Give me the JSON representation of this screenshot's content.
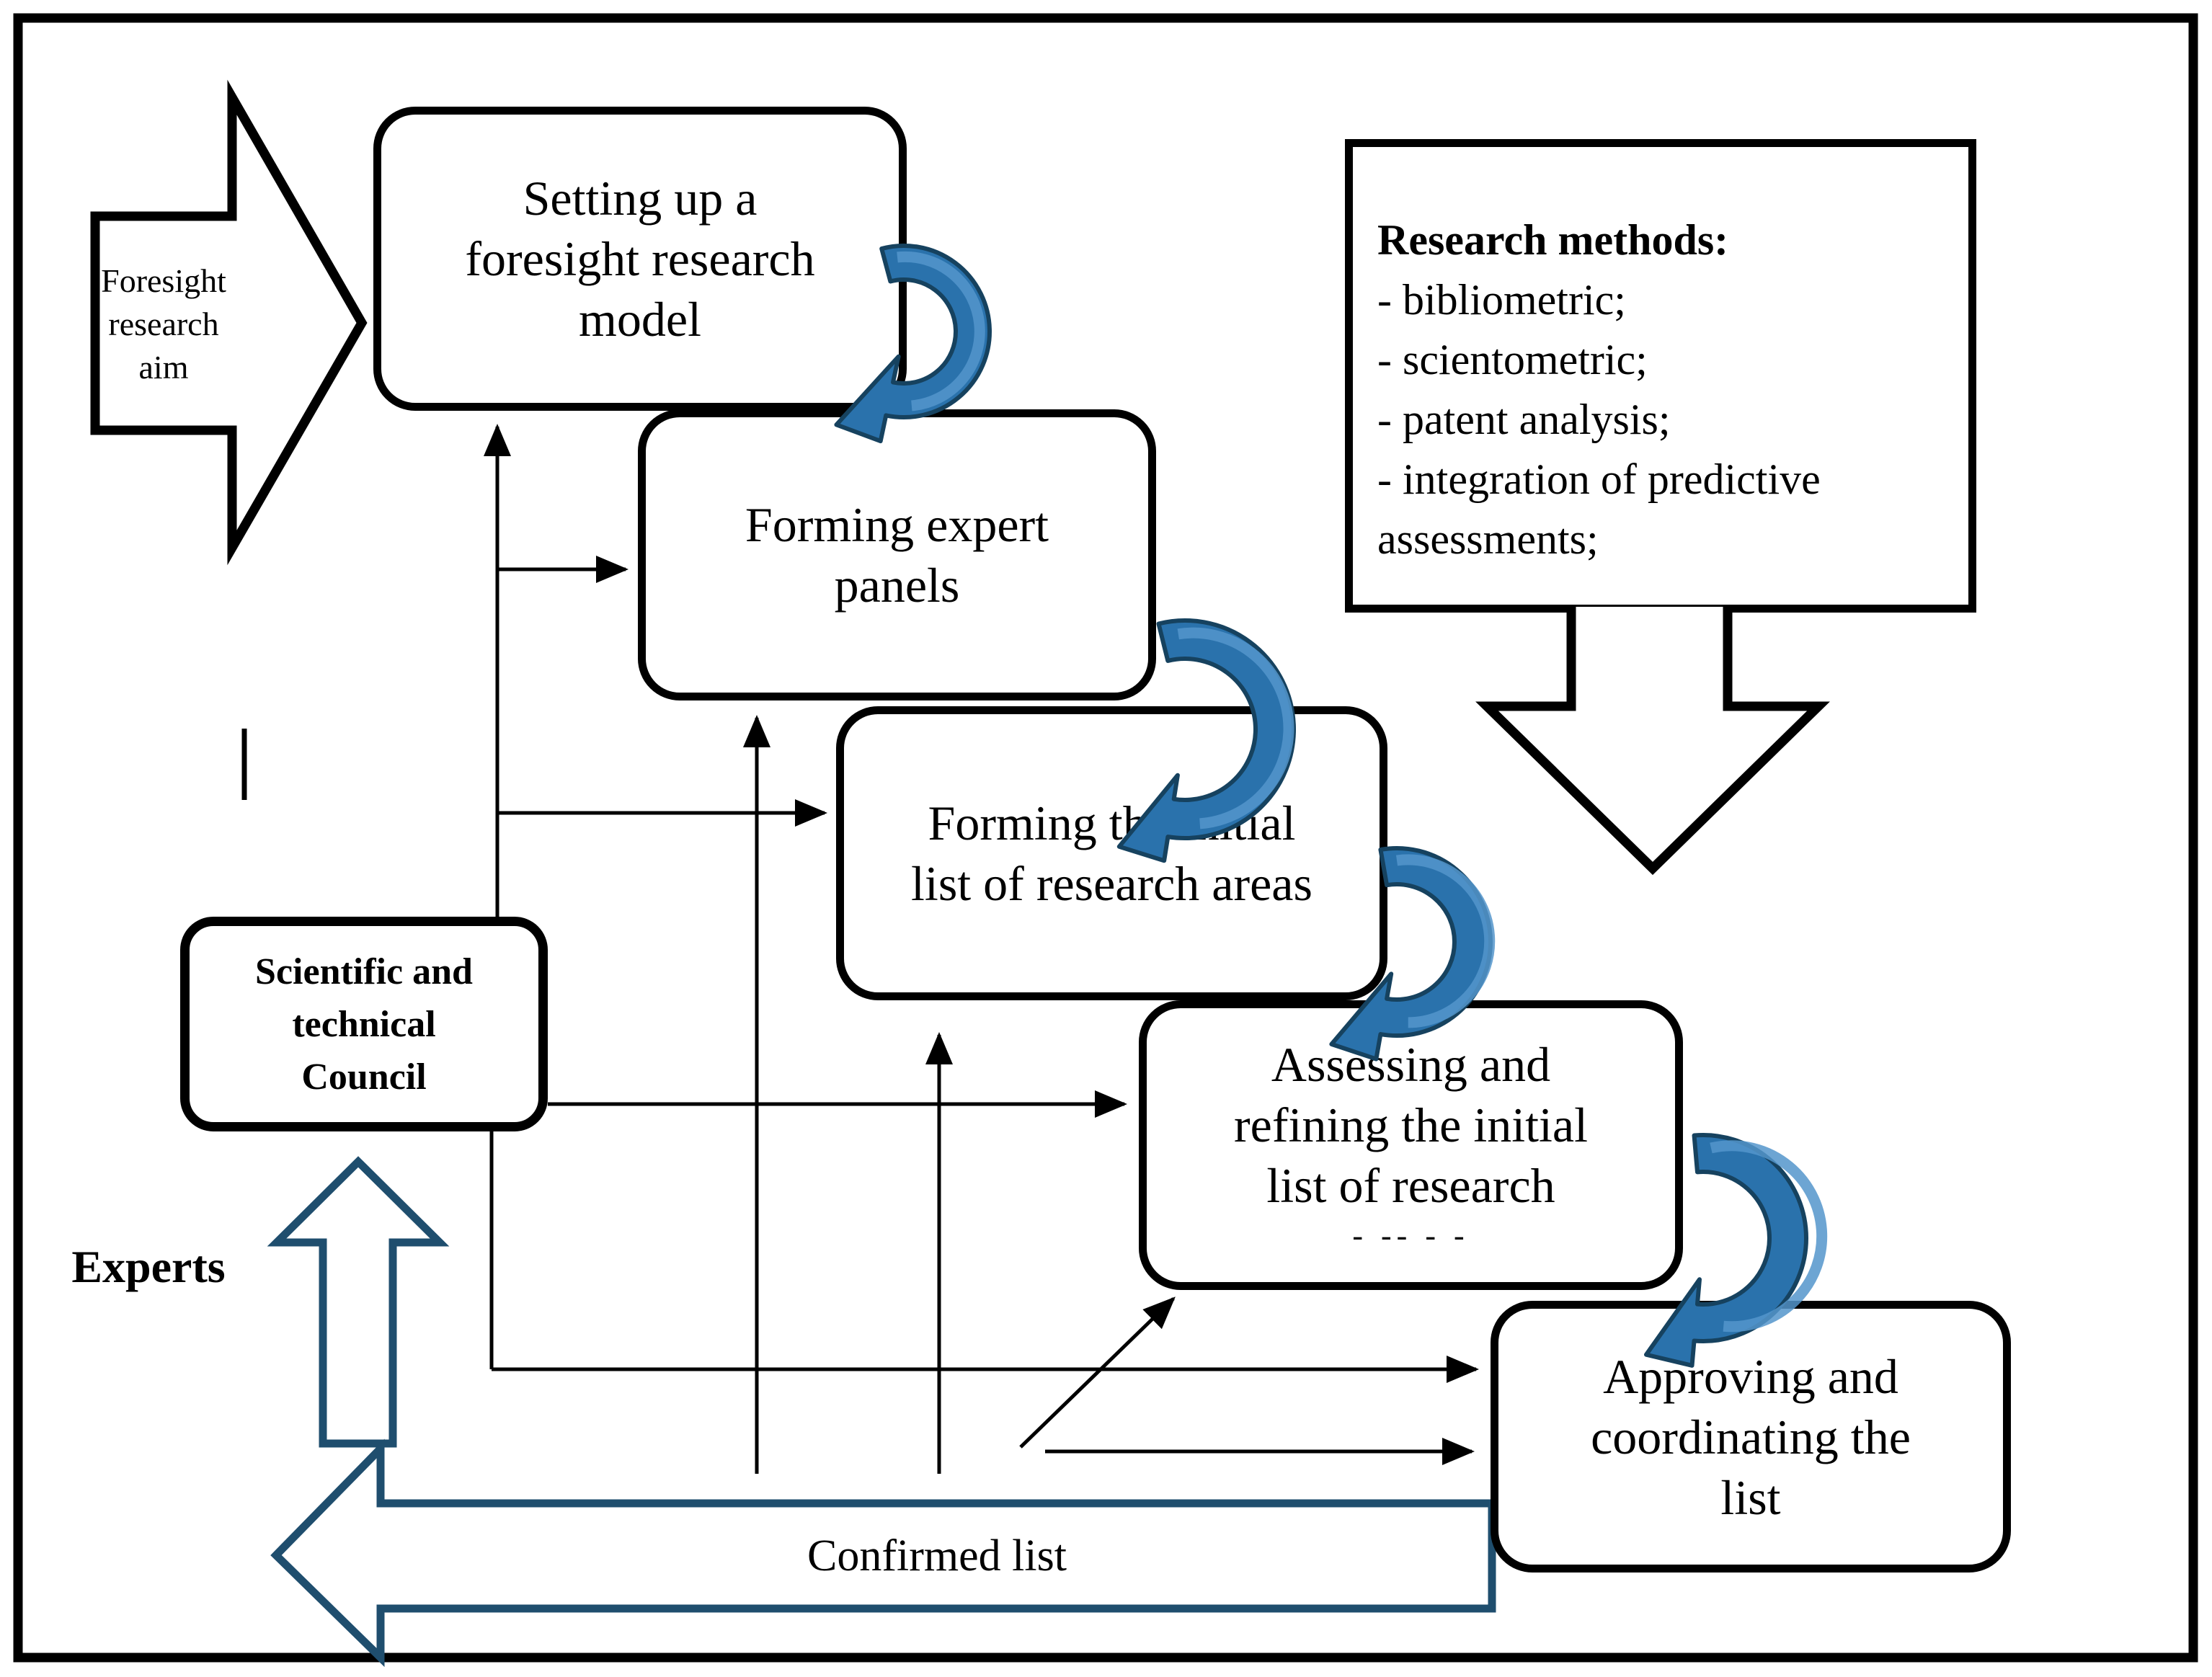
{
  "figure": {
    "aim_arrow": {
      "lines": [
        "Foresight",
        "research",
        "aim"
      ]
    },
    "process_boxes": [
      {
        "lines": [
          "Setting up a",
          "foresight research",
          "model"
        ]
      },
      {
        "lines": [
          "Forming expert",
          "panels"
        ]
      },
      {
        "lines": [
          "Forming the initial",
          "list of research areas"
        ]
      },
      {
        "lines": [
          "Assessing and",
          "refining the initial",
          "list of research"
        ],
        "dashes": "- -- - -"
      },
      {
        "lines": [
          "Approving and",
          "coordinating the",
          "list"
        ]
      }
    ],
    "methods_box": {
      "title": "Research methods:",
      "items": [
        "- bibliometric;",
        "- scientometric;",
        "- patent analysis;",
        "- integration of predictive",
        "assessments;"
      ]
    },
    "council_box": {
      "lines": [
        "Scientific and",
        "technical",
        "Council"
      ]
    },
    "experts_label": "Experts",
    "confirmed_arrow_label": "Confirmed list",
    "colors": {
      "arc_blue": "#2A72AC",
      "arc_blue_dark": "#16425F",
      "arc_blue_light": "#5495CB",
      "outline_navy": "#1F4E6E",
      "line_black": "#000000"
    }
  }
}
